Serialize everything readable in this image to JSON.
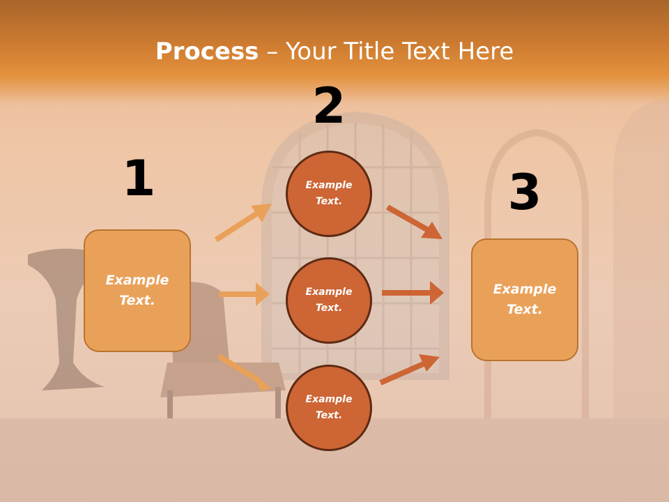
{
  "header": {
    "title_bold": "Process",
    "title_rest": " – Your Title Text Here"
  },
  "steps": {
    "one": {
      "number": "1",
      "label": "Example Text."
    },
    "two": {
      "number": "2",
      "items": [
        "Example Text.",
        "Example Text.",
        "Example Text."
      ]
    },
    "three": {
      "number": "3",
      "label": "Example Text."
    }
  },
  "colors": {
    "header_top": "#a9642a",
    "header_bottom": "#e3913d",
    "box_fill": "#e9a15a",
    "circle_fill": "#cd6535",
    "arrow_left": "#e9a15a",
    "arrow_right": "#cd6535"
  }
}
